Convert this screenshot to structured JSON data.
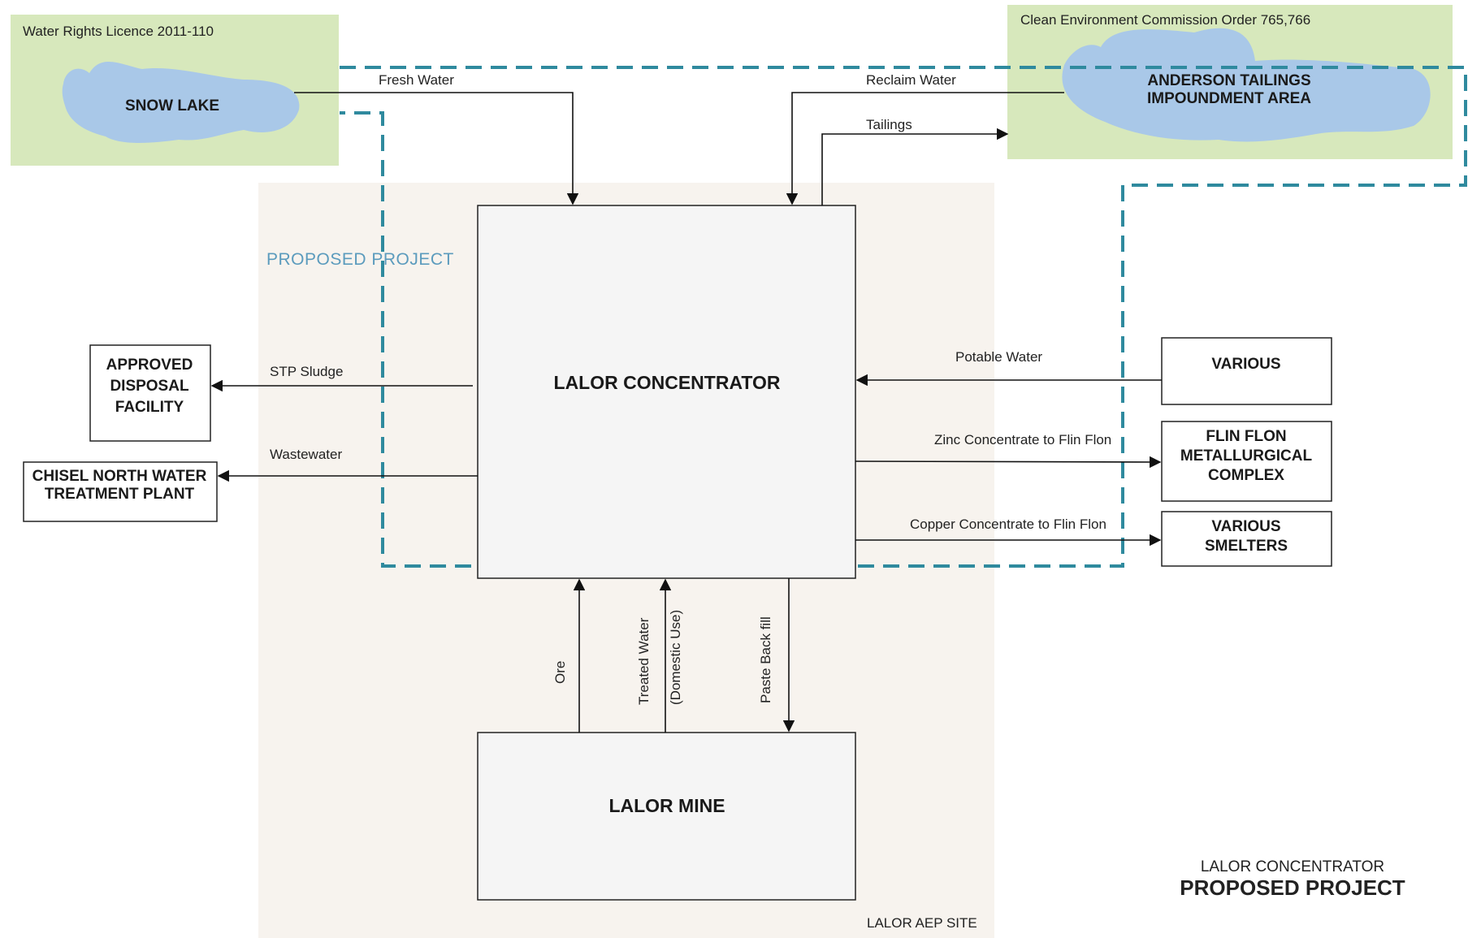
{
  "permits": {
    "snow_lake_permit": "Water Rights Licence 2011-110",
    "anderson_permit": "Clean Environment Commission Order 765,766"
  },
  "nodes": {
    "snow_lake": "SNOW LAKE",
    "anderson_line1": "ANDERSON TAILINGS",
    "anderson_line2": "IMPOUNDMENT AREA",
    "concentrator": "LALOR CONCENTRATOR",
    "mine": "LALOR MINE",
    "disposal_line1": "APPROVED",
    "disposal_line2": "DISPOSAL",
    "disposal_line3": "FACILITY",
    "chisel_line1": "CHISEL NORTH WATER",
    "chisel_line2": "TREATMENT PLANT",
    "various": "VARIOUS",
    "flin_flon_line1": "FLIN FLON",
    "flin_flon_line2": "METALLURGICAL",
    "flin_flon_line3": "COMPLEX",
    "smelters_line1": "VARIOUS",
    "smelters_line2": "SMELTERS"
  },
  "flows": {
    "fresh_water": "Fresh Water",
    "reclaim_water": "Reclaim Water",
    "tailings": "Tailings",
    "stp_sludge": "STP Sludge",
    "wastewater": "Wastewater",
    "potable_water": "Potable Water",
    "zinc": "Zinc Concentrate to Flin Flon",
    "copper": "Copper Concentrate to Flin Flon",
    "ore": "Ore",
    "treated_water": "Treated Water",
    "domestic_use": "(Domestic Use)",
    "paste_backfill": "Paste Back fill"
  },
  "regions": {
    "proposed_project": "PROPOSED PROJECT",
    "site_label": "LALOR AEP SITE"
  },
  "footer": {
    "line1": "LALOR CONCENTRATOR",
    "line2": "PROPOSED PROJECT"
  },
  "colors": {
    "site_area": "#f7f3ee",
    "lake_bg": "#d7e8bc",
    "water": "#a9c8e8",
    "project_boundary": "#2f8a9e",
    "box_fill": "#f5f5f5"
  }
}
